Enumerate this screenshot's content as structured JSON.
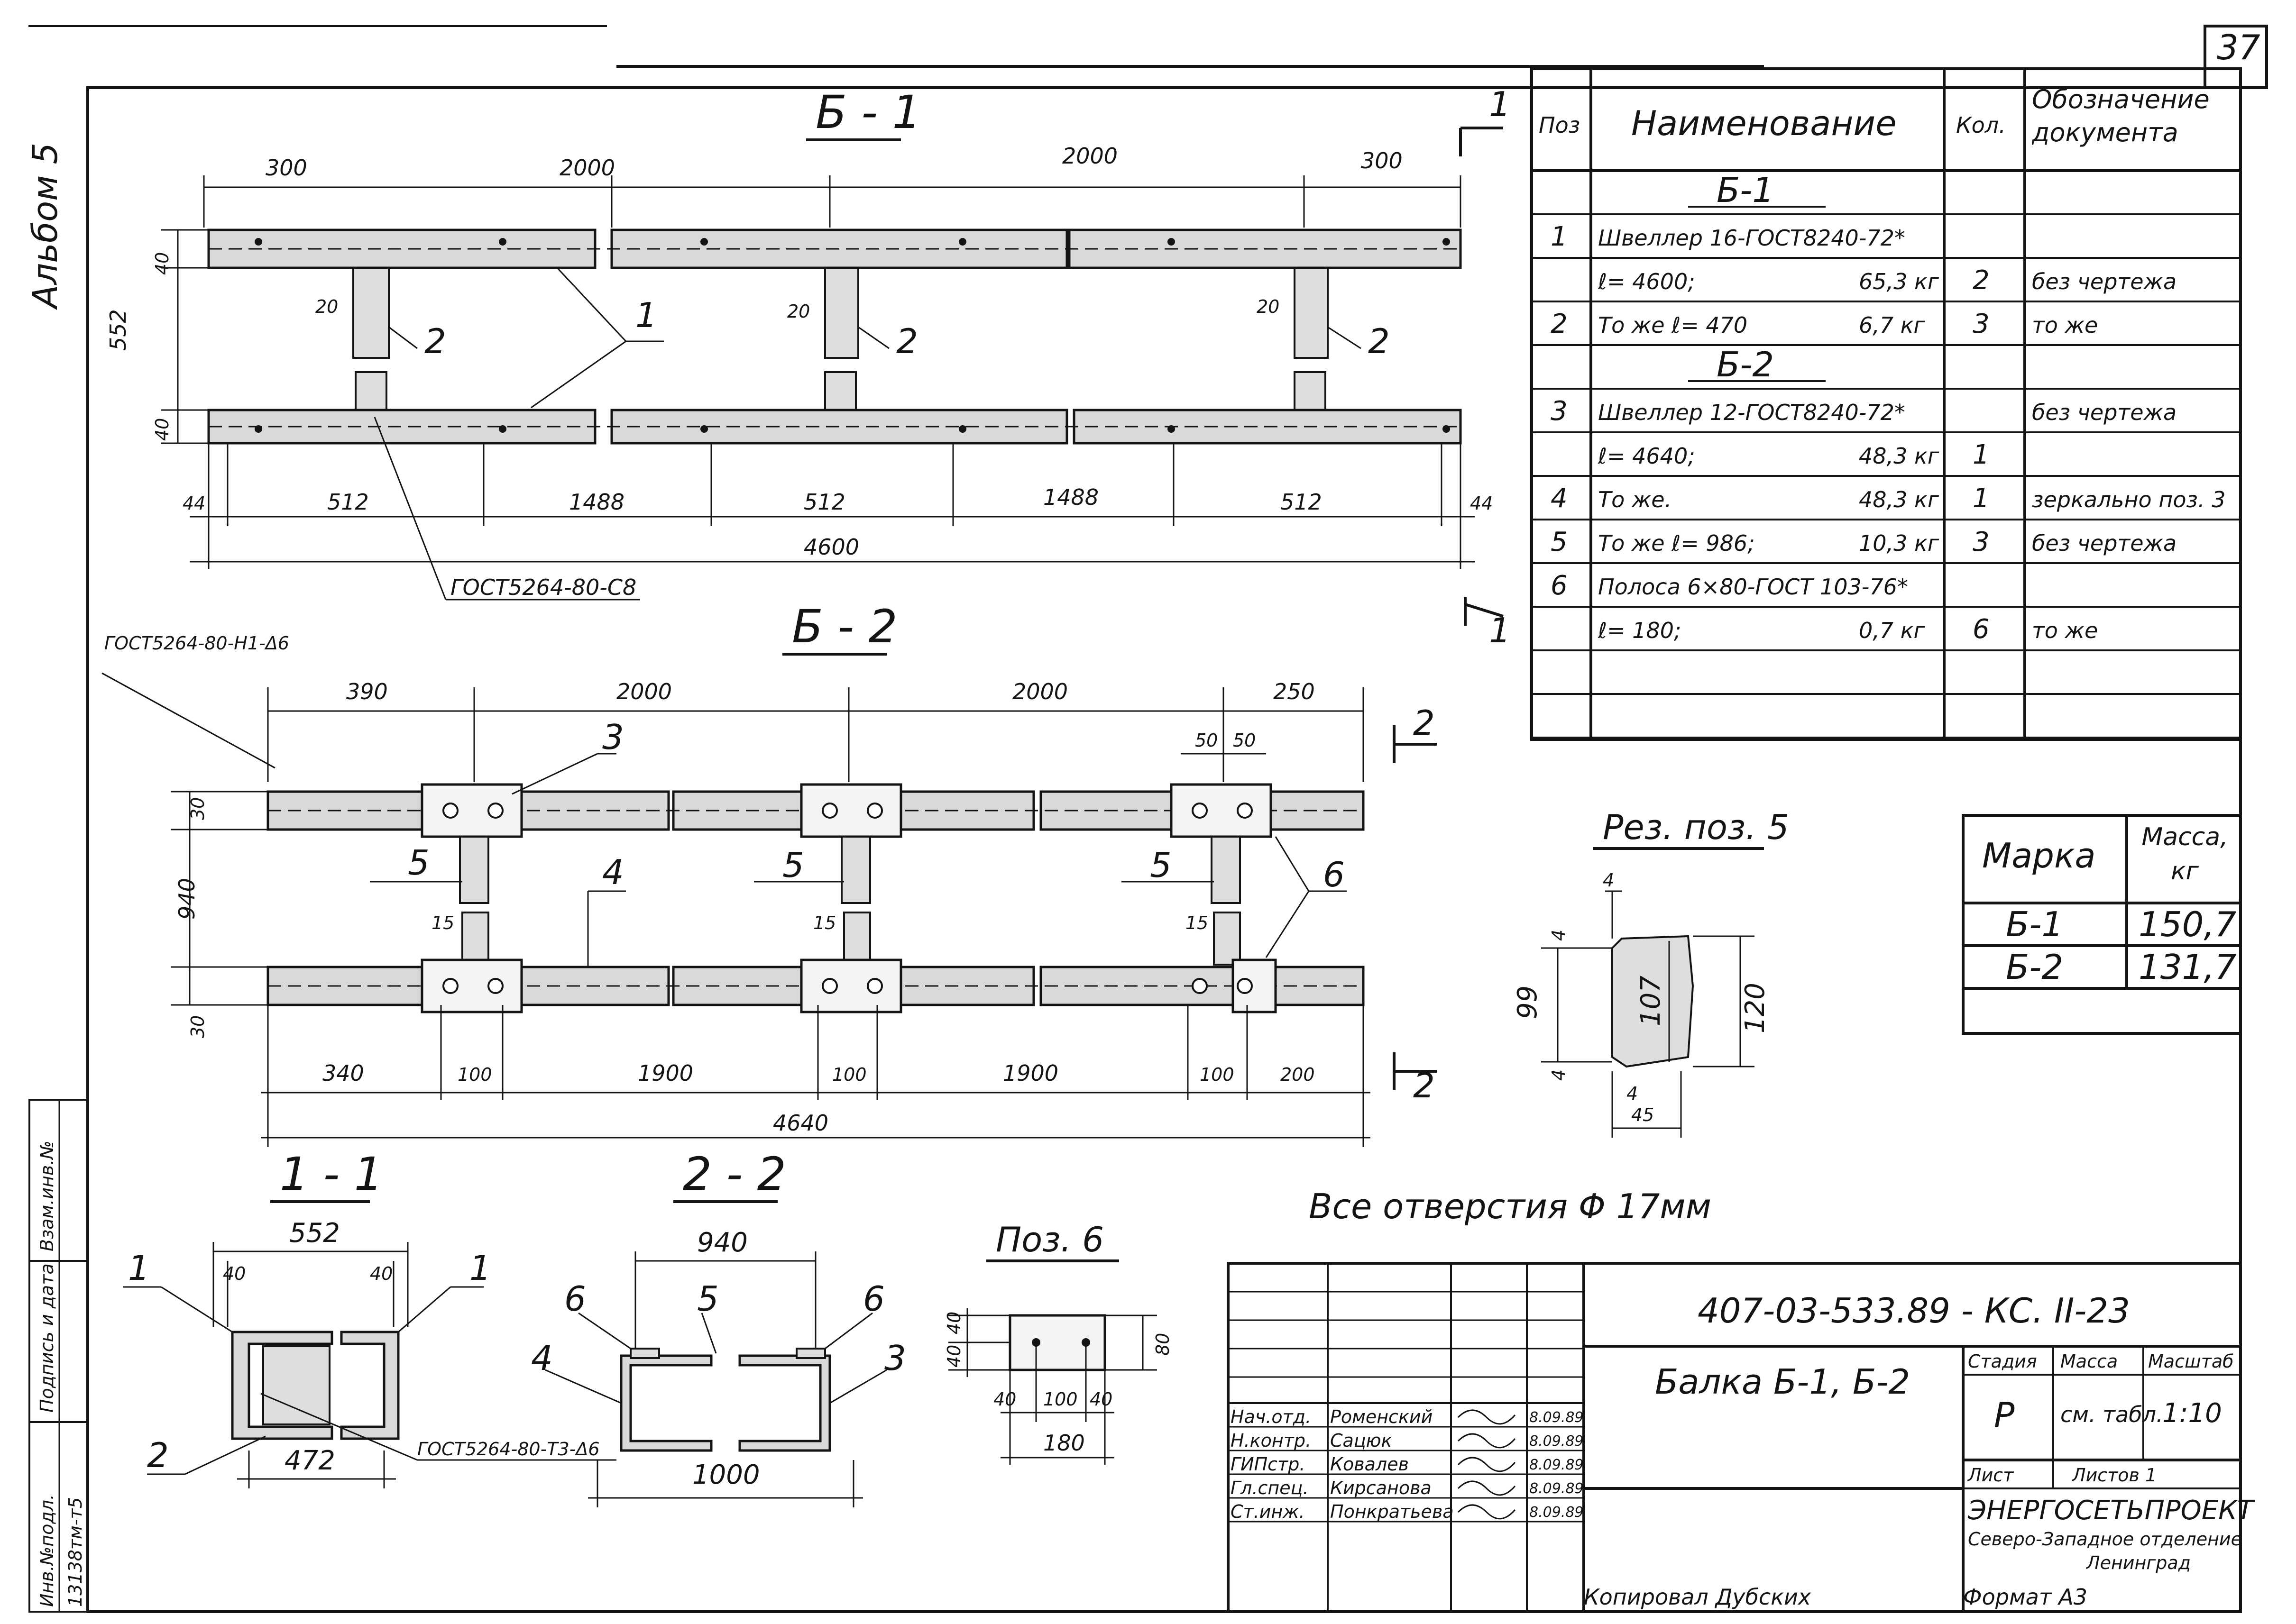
{
  "sheet": {
    "page_number": "37",
    "album": "Альбом 5",
    "all_holes_note": "Все отверстия    Φ 17мм",
    "copied_by": "Копировал Дубских",
    "format": "Формат  А3"
  },
  "views": {
    "b1_title": "Б - 1",
    "b2_title": "Б - 2",
    "sec11_title": "1 - 1",
    "sec22_title": "2 - 2",
    "cut5_title": "Рез. поз. 5",
    "pos6_title": "Поз. 6",
    "cut1_label": "1",
    "cut2_label": "2"
  },
  "b1": {
    "top_dims": [
      "300",
      "2000",
      "2000",
      "300"
    ],
    "bottom_dims": [
      "44",
      "512",
      "1488",
      "512",
      "1488",
      "512",
      "44"
    ],
    "overall": "4600",
    "height": "552",
    "flange_top": "40",
    "flange_bottom": "40",
    "post_dims": [
      "20",
      "20",
      "20"
    ],
    "post_labels": [
      "2",
      "2",
      "2"
    ],
    "beam_label": "1",
    "weld_note": "ГОСТ5264-80-С8"
  },
  "b2": {
    "weld_note": "ГОСТ5264-80-Н1-Δ6",
    "top_dims": [
      "390",
      "2000",
      "2000",
      "250"
    ],
    "plate_dims": [
      "50",
      "50"
    ],
    "bottom_dims": [
      "340",
      "100",
      "1900",
      "100",
      "1900",
      "100",
      "200"
    ],
    "overall": "4640",
    "height": "940",
    "flange_top": "30",
    "flange_bottom": "30",
    "label_top_beam": "3",
    "label_bottom_beam": "4",
    "post_labels": [
      "5",
      "5",
      "5"
    ],
    "gap_dims": [
      "15",
      "15",
      "15"
    ],
    "plate_label": "6"
  },
  "sec11": {
    "width": "552",
    "offsets": [
      "40",
      "40"
    ],
    "labels": [
      "1",
      "1",
      "2"
    ],
    "base": "472",
    "weld_note": "ГОСТ5264-80-Т3-Δ6"
  },
  "sec22": {
    "width": "940",
    "labels": [
      "6",
      "5",
      "6",
      "4",
      "3"
    ],
    "base": "1000"
  },
  "cut5": {
    "top": "4",
    "left_top": "4",
    "height_total": "99",
    "inner": "107",
    "outer": "120",
    "bottom_gap": "4",
    "bottom_left": "4",
    "width": "45"
  },
  "pos6": {
    "heights": [
      "40",
      "40"
    ],
    "depth": "80",
    "spacing": [
      "40",
      "100",
      "40"
    ],
    "length": "180"
  },
  "spec": {
    "headers": [
      "Поз",
      "Наименование",
      "Кол.",
      "Обозначение документа"
    ],
    "rows": [
      {
        "pos": "",
        "name": "Б-1",
        "mass": "",
        "qty": "",
        "doc": "",
        "group": true
      },
      {
        "pos": "1",
        "name": "Швеллер 16-ГОСТ8240-72*",
        "mass": "",
        "qty": "",
        "doc": ""
      },
      {
        "pos": "",
        "name": "ℓ= 4600;",
        "mass": "65,3 кг",
        "qty": "2",
        "doc": "без чертежа"
      },
      {
        "pos": "2",
        "name": "То же  ℓ= 470",
        "mass": "6,7 кг",
        "qty": "3",
        "doc": "то же"
      },
      {
        "pos": "",
        "name": "Б-2",
        "mass": "",
        "qty": "",
        "doc": "",
        "group": true
      },
      {
        "pos": "3",
        "name": "Швеллер 12-ГОСТ8240-72*",
        "mass": "",
        "qty": "",
        "doc": "без чертежа"
      },
      {
        "pos": "",
        "name": "ℓ= 4640;",
        "mass": "48,3 кг",
        "qty": "1",
        "doc": ""
      },
      {
        "pos": "4",
        "name": "То же.",
        "mass": "48,3 кг",
        "qty": "1",
        "doc": "зеркально поз. 3"
      },
      {
        "pos": "5",
        "name": "То же  ℓ= 986;",
        "mass": "10,3 кг",
        "qty": "3",
        "doc": "без чертежа"
      },
      {
        "pos": "6",
        "name": "Полоса 6×80-ГОСТ 103-76*",
        "mass": "",
        "qty": "",
        "doc": ""
      },
      {
        "pos": "",
        "name": "ℓ= 180;",
        "mass": "0,7 кг",
        "qty": "6",
        "doc": "то же"
      },
      {
        "pos": "",
        "name": "",
        "mass": "",
        "qty": "",
        "doc": ""
      },
      {
        "pos": "",
        "name": "",
        "mass": "",
        "qty": "",
        "doc": ""
      }
    ]
  },
  "mass_table": {
    "headers": [
      "Марка",
      "Масса, кг"
    ],
    "rows": [
      {
        "mark": "Б-1",
        "mass": "150,7"
      },
      {
        "mark": "Б-2",
        "mass": "131,7"
      }
    ]
  },
  "title_block": {
    "code": "407-03-533.89 -   КС. II-23",
    "title": "Балка Б-1, Б-2",
    "stage_label": "Стадия",
    "mass_label": "Масса",
    "scale_label": "Масштаб",
    "stage": "Р",
    "mass": "см. табл.",
    "scale": "1:10",
    "sheet_label": "Лист",
    "sheets_label": "Листов 1",
    "org": "ЭНЕРГОСЕТЬПРОЕКТ",
    "org_branch": "Северо-Западное отделение",
    "org_city": "Ленинград",
    "signers": [
      {
        "role": "Нач.отд.",
        "name": "Роменский",
        "date": "8.09.89"
      },
      {
        "role": "Н.контр.",
        "name": "Сацюк",
        "date": "8.09.89"
      },
      {
        "role": "ГИПстр.",
        "name": "Ковалев",
        "date": "8.09.89"
      },
      {
        "role": "Гл.спец.",
        "name": "Кирсанова",
        "date": "8.09.89"
      },
      {
        "role": "Ст.инж.",
        "name": "Понкратьева",
        "date": "8.09.89"
      }
    ]
  },
  "side_stamp": {
    "cells": [
      "Взам.инв.№",
      "Подпись и дата",
      "Инв.№подл."
    ],
    "inv_number": "13138тм-т5"
  }
}
